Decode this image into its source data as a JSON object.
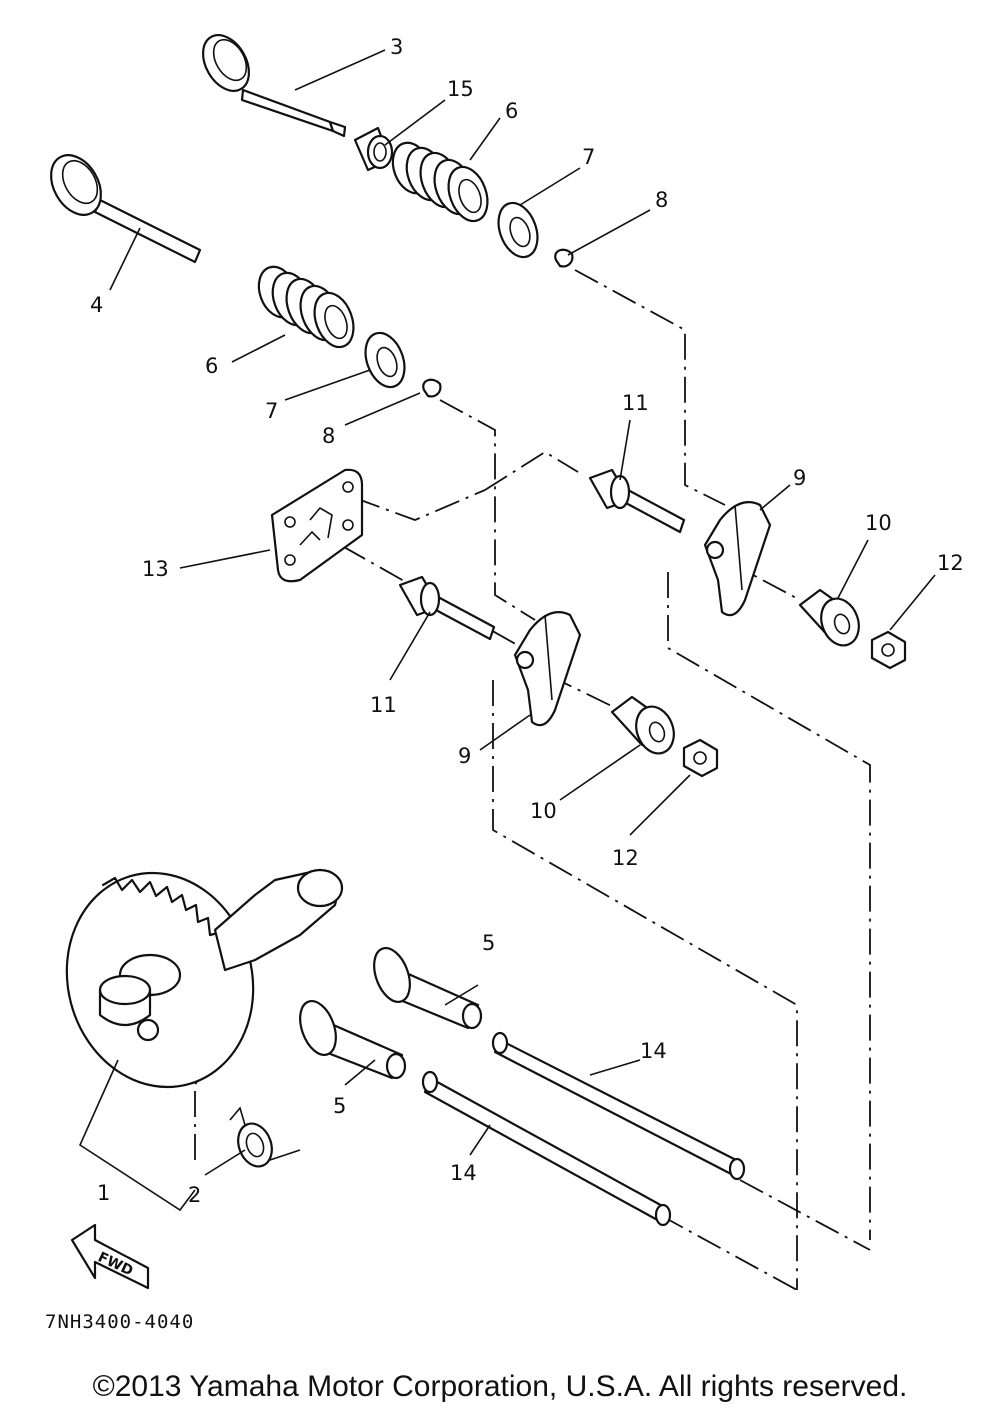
{
  "callouts": {
    "n1": "1",
    "n2": "2",
    "n3": "3",
    "n4": "4",
    "n5a": "5",
    "n5b": "5",
    "n6a": "6",
    "n6b": "6",
    "n7a": "7",
    "n7b": "7",
    "n8a": "8",
    "n8b": "8",
    "n9a": "9",
    "n9b": "9",
    "n10a": "10",
    "n10b": "10",
    "n11a": "11",
    "n11b": "11",
    "n12a": "12",
    "n12b": "12",
    "n13": "13",
    "n14a": "14",
    "n14b": "14",
    "n15": "15"
  },
  "fwd_label": "FWD",
  "diagram_code": "7NH3400-4040",
  "copyright": "©2013 Yamaha Motor Corporation, U.S.A. All rights reserved."
}
